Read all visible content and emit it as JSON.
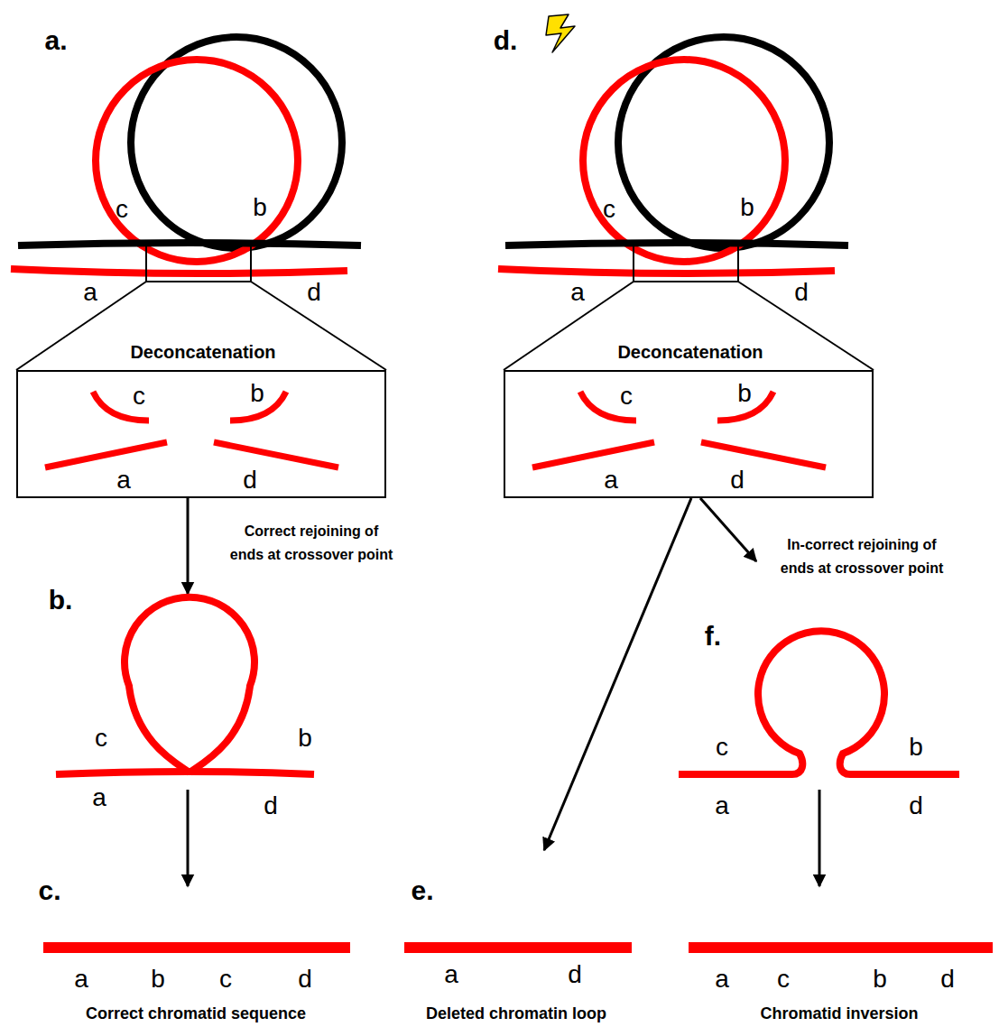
{
  "diagram": {
    "nodes": [
      {
        "text": [
          "Deconcatenation",
          "c",
          "b",
          "a",
          "d"
        ]
      },
      {
        "text": [
          "Deconcatenation",
          "c",
          "b",
          "a",
          "d"
        ]
      }
    ],
    "labels": [
      "a.",
      "c",
      "b",
      "a",
      "d",
      "d.",
      "c",
      "b",
      "a",
      "d",
      "Correct rejoining of ends at crossover point",
      "In-correct rejoining of ends at crossover point",
      "b.",
      "c",
      "b",
      "a",
      "d",
      "f.",
      "c",
      "b",
      "a",
      "d",
      "c.",
      "a",
      "b",
      "c",
      "d",
      "Correct chromatid sequence",
      "e.",
      "a",
      "d",
      "Deleted chromatin loop",
      "a",
      "c",
      "b",
      "d",
      "Chromatid inversion"
    ]
  }
}
